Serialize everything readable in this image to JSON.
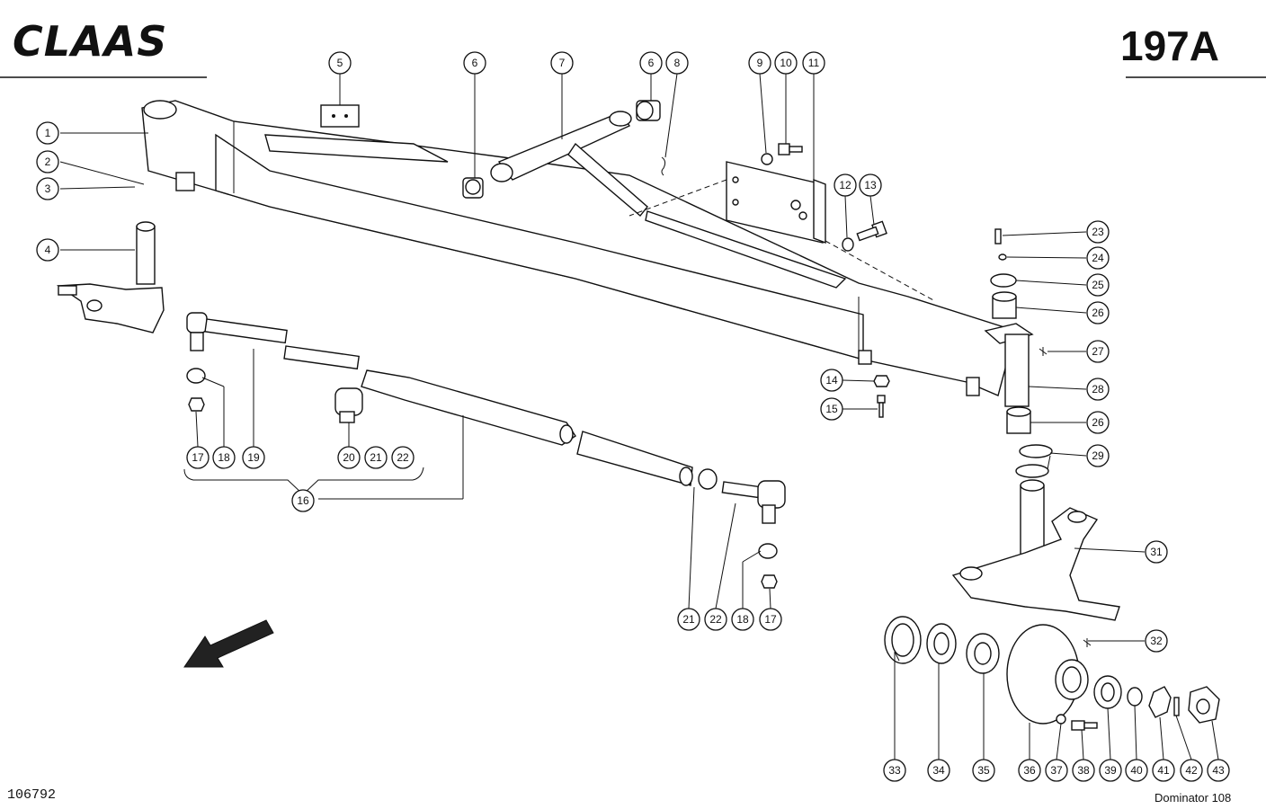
{
  "header": {
    "brand": "CLAAS",
    "page_code": "197A"
  },
  "footer": {
    "drawing_number": "106792",
    "model": "Dominator 108"
  },
  "callouts": {
    "n1": "1",
    "n2": "2",
    "n3": "3",
    "n4": "4",
    "n5": "5",
    "n6a": "6",
    "n6b": "6",
    "n7": "7",
    "n8": "8",
    "n9": "9",
    "n10": "10",
    "n11": "11",
    "n12": "12",
    "n13": "13",
    "n14": "14",
    "n15": "15",
    "n16": "16",
    "n17a": "17",
    "n17b": "17",
    "n18a": "18",
    "n18b": "18",
    "n19": "19",
    "n20": "20",
    "n21a": "21",
    "n21b": "21",
    "n22a": "22",
    "n22b": "22",
    "n23": "23",
    "n24": "24",
    "n25": "25",
    "n26a": "26",
    "n26b": "26",
    "n27": "27",
    "n28": "28",
    "n29": "29",
    "n31": "31",
    "n32": "32",
    "n33": "33",
    "n34": "34",
    "n35": "35",
    "n36": "36",
    "n37": "37",
    "n38": "38",
    "n39": "39",
    "n40": "40",
    "n41": "41",
    "n42": "42",
    "n43": "43"
  },
  "direction_indicator": "arrow-icon"
}
